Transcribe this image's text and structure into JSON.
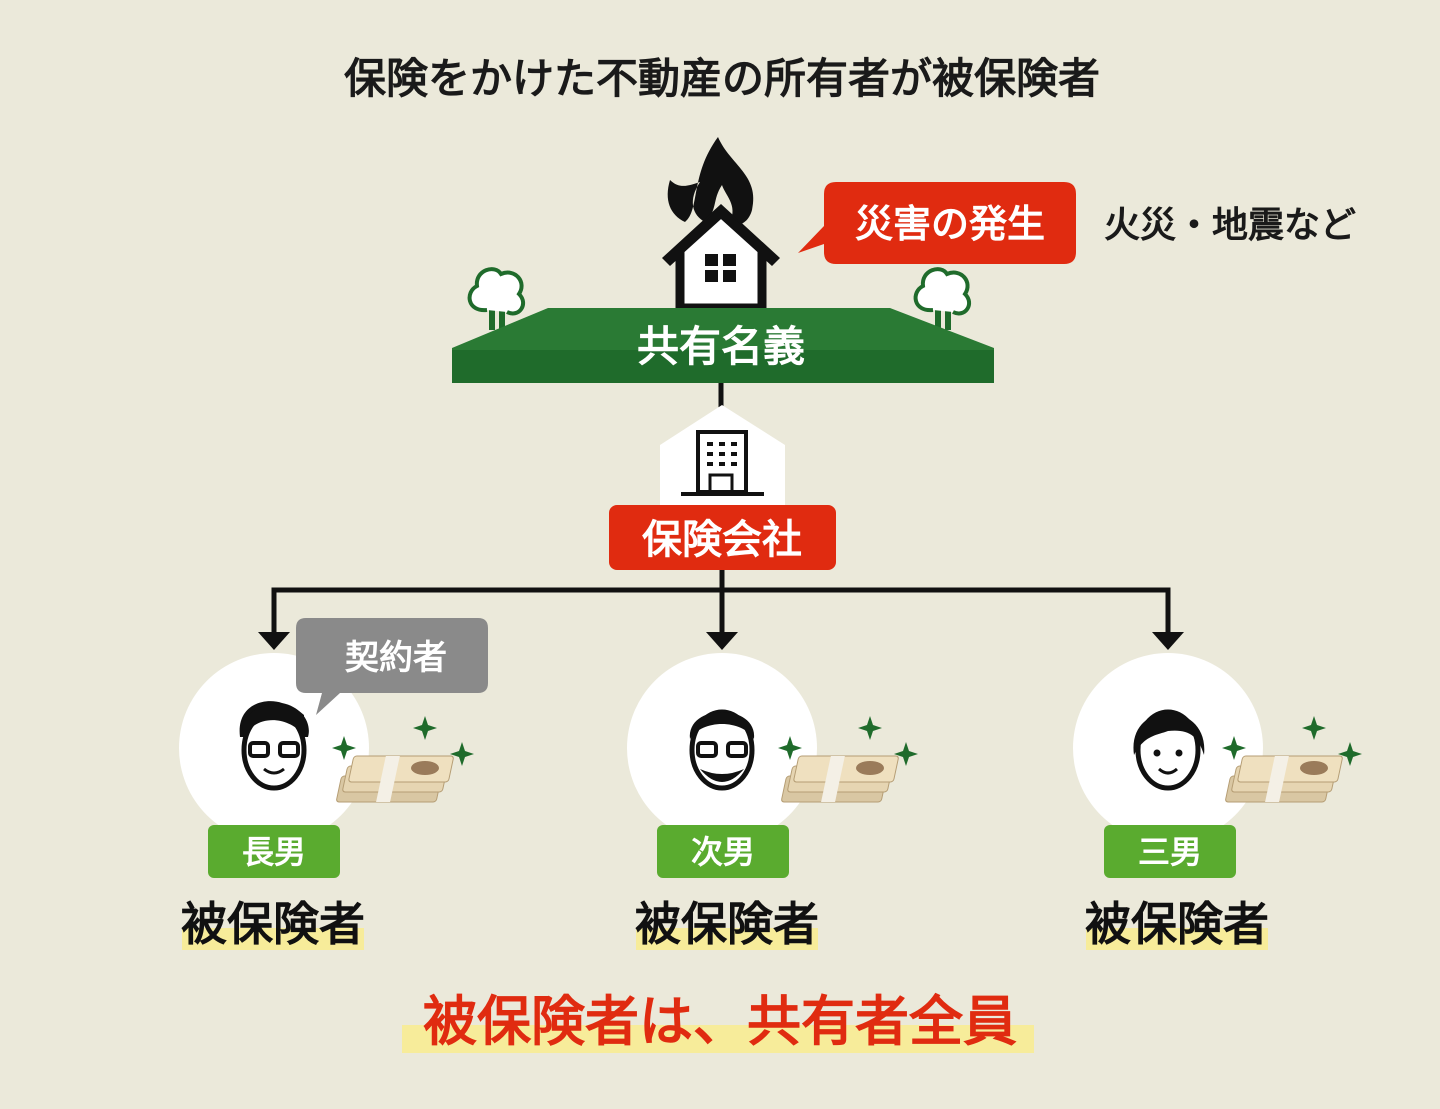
{
  "title": "保険をかけた不動産の所有者が被保険者",
  "disaster": {
    "label": "災害の発生",
    "examples": "火災・地震など"
  },
  "property": {
    "label": "共有名義"
  },
  "insurer": {
    "label": "保険会社"
  },
  "contractor_badge": "契約者",
  "persons": [
    {
      "role": "長男",
      "status": "被保険者"
    },
    {
      "role": "次男",
      "status": "被保険者"
    },
    {
      "role": "三男",
      "status": "被保険者"
    }
  ],
  "conclusion": "被保険者は、共有者全員",
  "colors": {
    "background": "#ebe9da",
    "red": "#e02b10",
    "dark_green": "#1f6b2b",
    "label_green": "#5aab2f",
    "gray": "#8a8a8a",
    "highlight": "#f7ec9a"
  }
}
